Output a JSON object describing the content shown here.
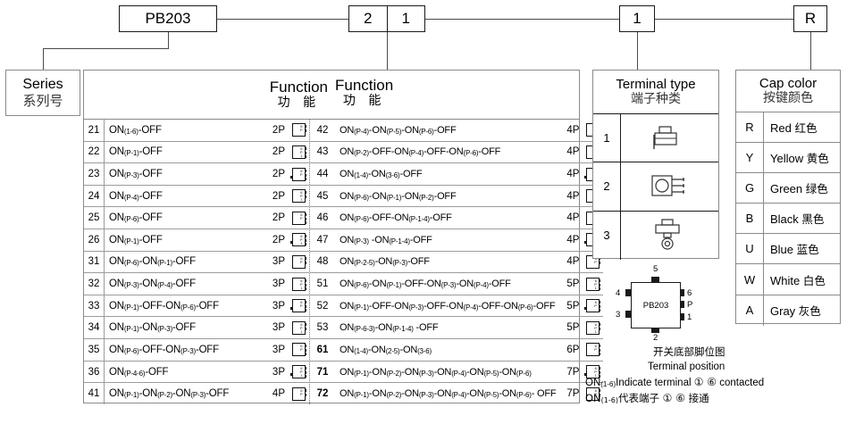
{
  "code_boxes": {
    "series": "PB203",
    "function_a": "2",
    "function_b": "1",
    "terminal": "1",
    "cap": "R"
  },
  "series_panel": {
    "en": "Series",
    "cn": "系列号"
  },
  "function_panel": {
    "head_en_1": "Function",
    "head_cn_1": "功 能",
    "head_en_2": "Function",
    "head_cn_2": "功 能",
    "left_rows": [
      {
        "no": "21",
        "desc": "ON(1-6)-OFF",
        "poles": "2P"
      },
      {
        "no": "22",
        "desc": "ON(P-1)-OFF",
        "poles": "2P"
      },
      {
        "no": "23",
        "desc": "ON(P-3)-OFF",
        "poles": "2P"
      },
      {
        "no": "24",
        "desc": "ON(P-4)-OFF",
        "poles": "2P"
      },
      {
        "no": "25",
        "desc": "ON(P-6)-OFF",
        "poles": "2P"
      },
      {
        "no": "26",
        "desc": "ON(P-1)-OFF",
        "poles": "2P"
      },
      {
        "no": "31",
        "desc": "ON(P-6)-ON(P-1)-OFF",
        "poles": "3P"
      },
      {
        "no": "32",
        "desc": "ON(P-3)-ON(P-4)-OFF",
        "poles": "3P"
      },
      {
        "no": "33",
        "desc": "ON(P-1)-OFF-ON(P-6)-OFF",
        "poles": "3P"
      },
      {
        "no": "34",
        "desc": "ON(P-1)-ON(P-3)-OFF",
        "poles": "3P"
      },
      {
        "no": "35",
        "desc": "ON(P-6)-OFF-ON(P-3)-OFF",
        "poles": "3P"
      },
      {
        "no": "36",
        "desc": "ON(P-4-6)-OFF",
        "poles": "3P"
      },
      {
        "no": "41",
        "desc": "ON(P-1)-ON(P-2)-ON(P-3)-OFF",
        "poles": "4P"
      }
    ],
    "right_rows": [
      {
        "no": "42",
        "desc": "ON(P-4)-ON(P-5)-ON(P-6)-OFF",
        "poles": "4P",
        "bold": false
      },
      {
        "no": "43",
        "desc": "ON(P-2)-OFF-ON(P-4)-OFF-ON(P-6)-OFF",
        "poles": "4P",
        "bold": false
      },
      {
        "no": "44",
        "desc": "ON(1-4)-ON(3-6)-OFF",
        "poles": "4P",
        "bold": false
      },
      {
        "no": "45",
        "desc": "ON(P-6)-ON(P-1)-ON(P-2)-OFF",
        "poles": "4P",
        "bold": false
      },
      {
        "no": "46",
        "desc": "ON(P-6)-OFF-ON(P-1-4)-OFF",
        "poles": "4P",
        "bold": false
      },
      {
        "no": "47",
        "desc": "ON(P-3) -ON(P-1-4)-OFF",
        "poles": "4P",
        "bold": false
      },
      {
        "no": "48",
        "desc": "ON(P-2-5)-ON(P-3)-OFF",
        "poles": "4P",
        "bold": false
      },
      {
        "no": "51",
        "desc": "ON(P-6)-ON(P-1)-OFF-ON(P-3)-ON(P-4)-OFF",
        "poles": "5P",
        "bold": false
      },
      {
        "no": "52",
        "desc": "ON(P-1)-OFF-ON(P-3)-OFF-ON(P-4)-OFF-ON(P-6)-OFF",
        "poles": "5P",
        "bold": false
      },
      {
        "no": "53",
        "desc": "ON(P-6-3)-ON(P-1-4) -OFF",
        "poles": "5P",
        "bold": false
      },
      {
        "no": "61",
        "desc": "ON(1-4)-ON(2-5)-ON(3-6)",
        "poles": "6P",
        "bold": true
      },
      {
        "no": "71",
        "desc": "ON(P-1)-ON(P-2)-ON(P-3)-ON(P-4)-ON(P-5)-ON(P-6)",
        "poles": "7P",
        "bold": true
      },
      {
        "no": "72",
        "desc": "ON(P-1)-ON(P-2)-ON(P-3)-ON(P-4)-ON(P-5)-ON(P-6)- OFF",
        "poles": "7P",
        "bold": true
      }
    ]
  },
  "terminal_panel": {
    "en": "Terminal type",
    "cn": "端子种类",
    "rows": [
      {
        "no": "1",
        "icon": "solder-lug-terminal-icon"
      },
      {
        "no": "2",
        "icon": "pcb-pin-terminal-icon"
      },
      {
        "no": "3",
        "icon": "ring-tab-terminal-icon"
      }
    ]
  },
  "cap_panel": {
    "en": "Cap color",
    "cn": "按键颜色",
    "rows": [
      {
        "key": "R",
        "en": "Red",
        "cn": "红色"
      },
      {
        "key": "Y",
        "en": "Yellow",
        "cn": "黄色"
      },
      {
        "key": "G",
        "en": "Green",
        "cn": "绿色"
      },
      {
        "key": "B",
        "en": "Black",
        "cn": "黑色"
      },
      {
        "key": "U",
        "en": "Blue",
        "cn": "蓝色"
      },
      {
        "key": "W",
        "en": "White",
        "cn": "白色"
      },
      {
        "key": "A",
        "en": "Gray",
        "cn": "灰色"
      }
    ]
  },
  "pinout": {
    "label": "PB203",
    "pin_top": "5",
    "pin_bottom": "2",
    "pin_left_upper": "4",
    "pin_left_lower": "3",
    "pin_right_upper": "6",
    "pin_right_mid": "P",
    "pin_right_lower": "1"
  },
  "notes": {
    "cn_title": "开关底部脚位图",
    "en_title": "Terminal position",
    "en_note_prefix": "ON",
    "en_note_sub": "(1-6)",
    "en_note_body": "Indicate terminal",
    "en_note_circles": "① ⑥",
    "en_note_tail": "contacted",
    "cn_note_body": "代表端子",
    "cn_note_circles": "① ⑥",
    "cn_note_tail": "接通"
  }
}
